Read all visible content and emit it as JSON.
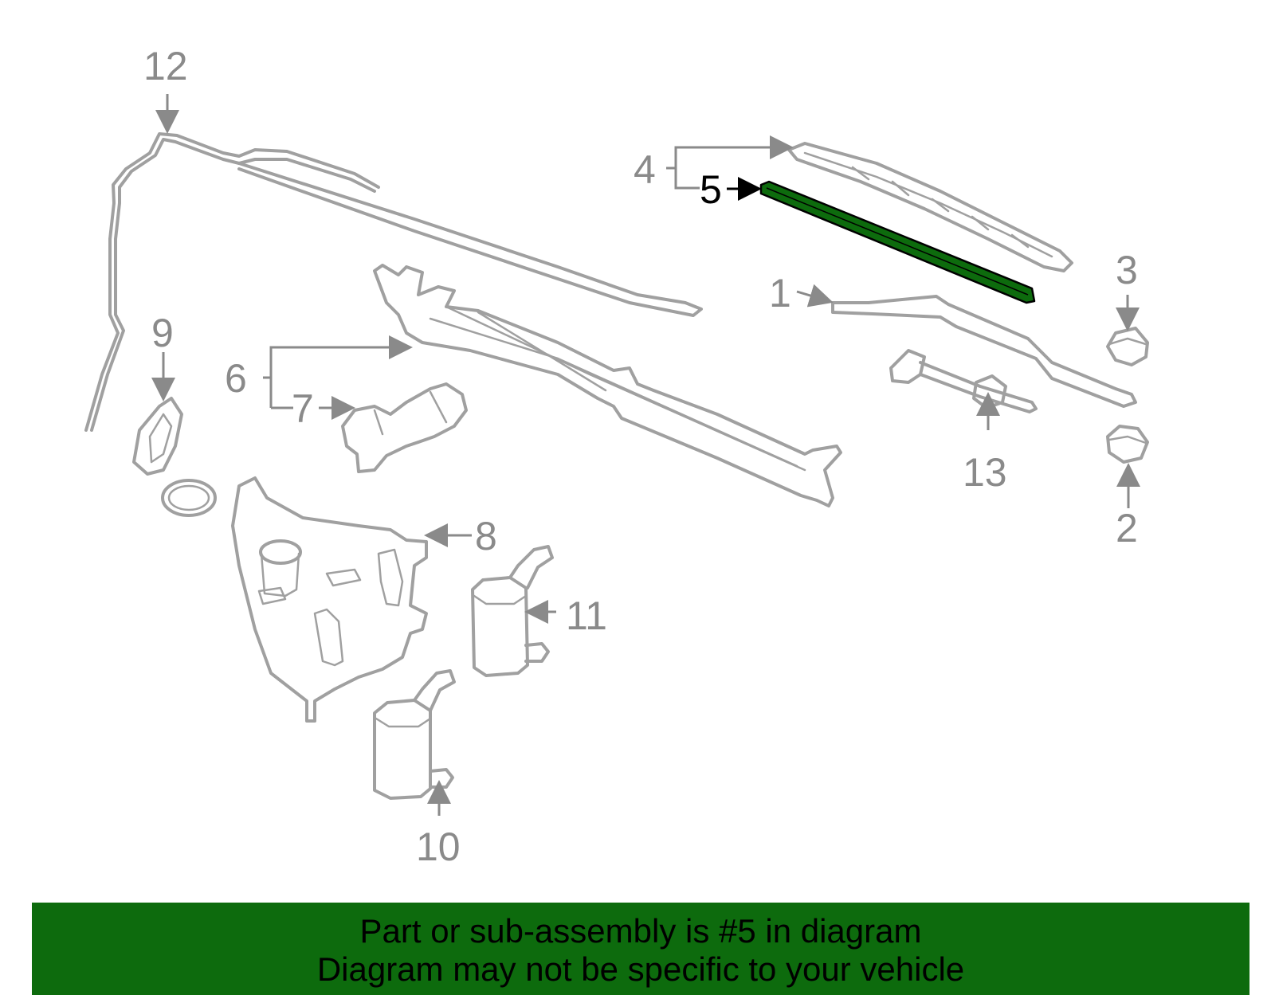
{
  "callouts": {
    "c1": "1",
    "c2": "2",
    "c3": "3",
    "c4": "4",
    "c5": "5",
    "c6": "6",
    "c7": "7",
    "c8": "8",
    "c9": "9",
    "c10": "10",
    "c11": "11",
    "c12": "12",
    "c13": "13"
  },
  "highlight": {
    "part": "5",
    "color": "#0d6b0d"
  },
  "banner": {
    "line1": "Part or sub-assembly is #5 in diagram",
    "line2": "Diagram may not be specific to your vehicle",
    "color": "#0d6b0d"
  }
}
